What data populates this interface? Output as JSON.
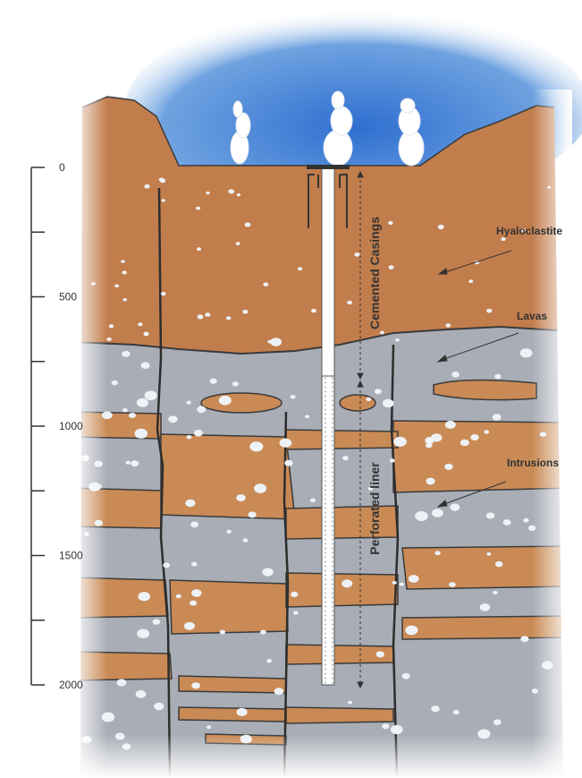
{
  "depth_scale": {
    "ticks": [
      {
        "value": 0,
        "label": "0"
      },
      {
        "value": 250,
        "label": ""
      },
      {
        "value": 500,
        "label": "500"
      },
      {
        "value": 750,
        "label": ""
      },
      {
        "value": 1000,
        "label": "1000"
      },
      {
        "value": 1250,
        "label": ""
      },
      {
        "value": 1500,
        "label": "1500"
      },
      {
        "value": 1750,
        "label": ""
      },
      {
        "value": 2000,
        "label": "2000"
      }
    ]
  },
  "labels": {
    "hyaloclastite": "Hyaloclastite",
    "lavas": "Lavas",
    "intrusions": "Intrusions",
    "cemented_casings": "Cemented Casings",
    "perforated_liner": "Perforated liner"
  },
  "colors": {
    "sky": "#5b8fd6",
    "hyaloclastite": "#c27d4c",
    "lava": "#a8adb6",
    "intrusion": "#c98a55",
    "outline": "#3a3a3a",
    "steam": "#ffffff"
  }
}
